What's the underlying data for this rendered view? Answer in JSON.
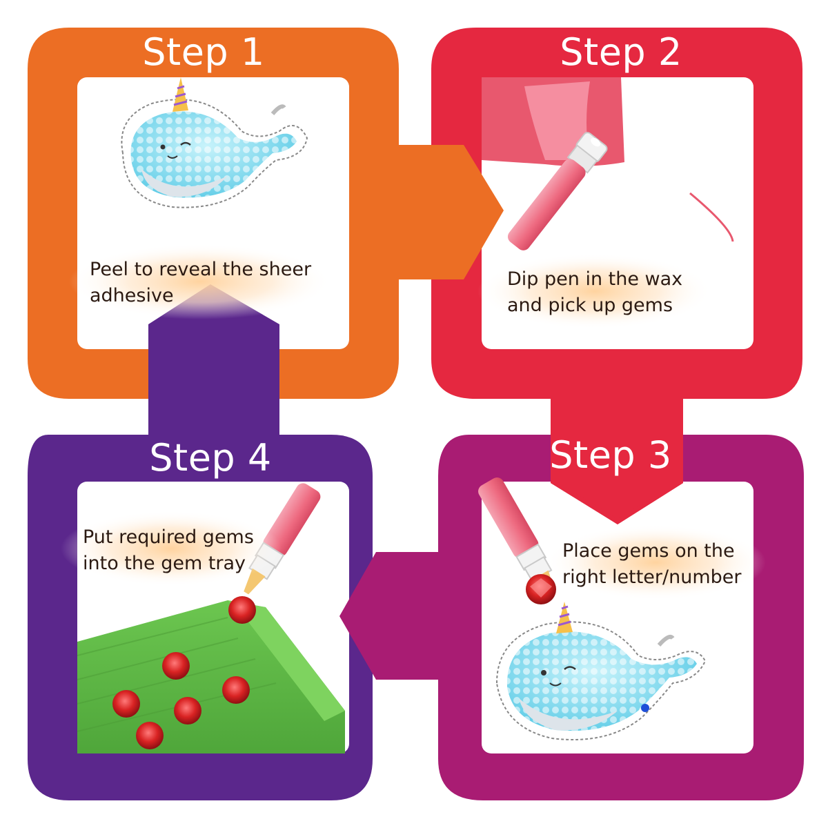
{
  "colors": {
    "step1": "#EC6E24",
    "step2": "#E52840",
    "step3": "#A91C73",
    "step4": "#5B278C",
    "caption_glow": "#FFD9A8",
    "tray": "#5DB845",
    "gem": "#D92323",
    "pen": "#EE6A80"
  },
  "steps": [
    {
      "title": "Step 1",
      "caption": "Peel to reveal the sheer\nadhesive",
      "illustration": "narwhal-sticker-icon"
    },
    {
      "title": "Step 2",
      "caption": "Dip pen in the wax\nand pick up gems",
      "illustration": "pen-in-wax-icon"
    },
    {
      "title": "Step 3",
      "caption": "Place gems on the\nright letter/number",
      "illustration": "pen-placing-gem-icon"
    },
    {
      "title": "Step 4",
      "caption": "Put required gems\ninto the gem tray",
      "illustration": "gem-tray-icon"
    }
  ]
}
